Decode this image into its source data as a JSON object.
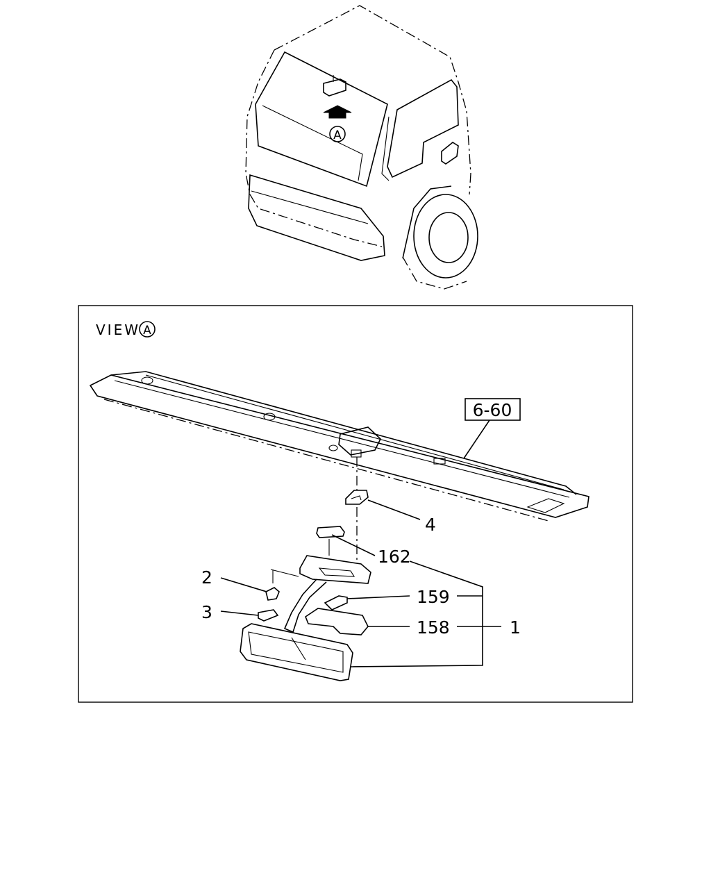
{
  "overview": {
    "marker": "A"
  },
  "view": {
    "label": "VIEW",
    "marker": "A"
  },
  "callouts": {
    "ref_box": "6-60",
    "c4": "4",
    "c162": "162",
    "c2": "2",
    "c159": "159",
    "c3": "3",
    "c158": "158",
    "c1": "1"
  }
}
